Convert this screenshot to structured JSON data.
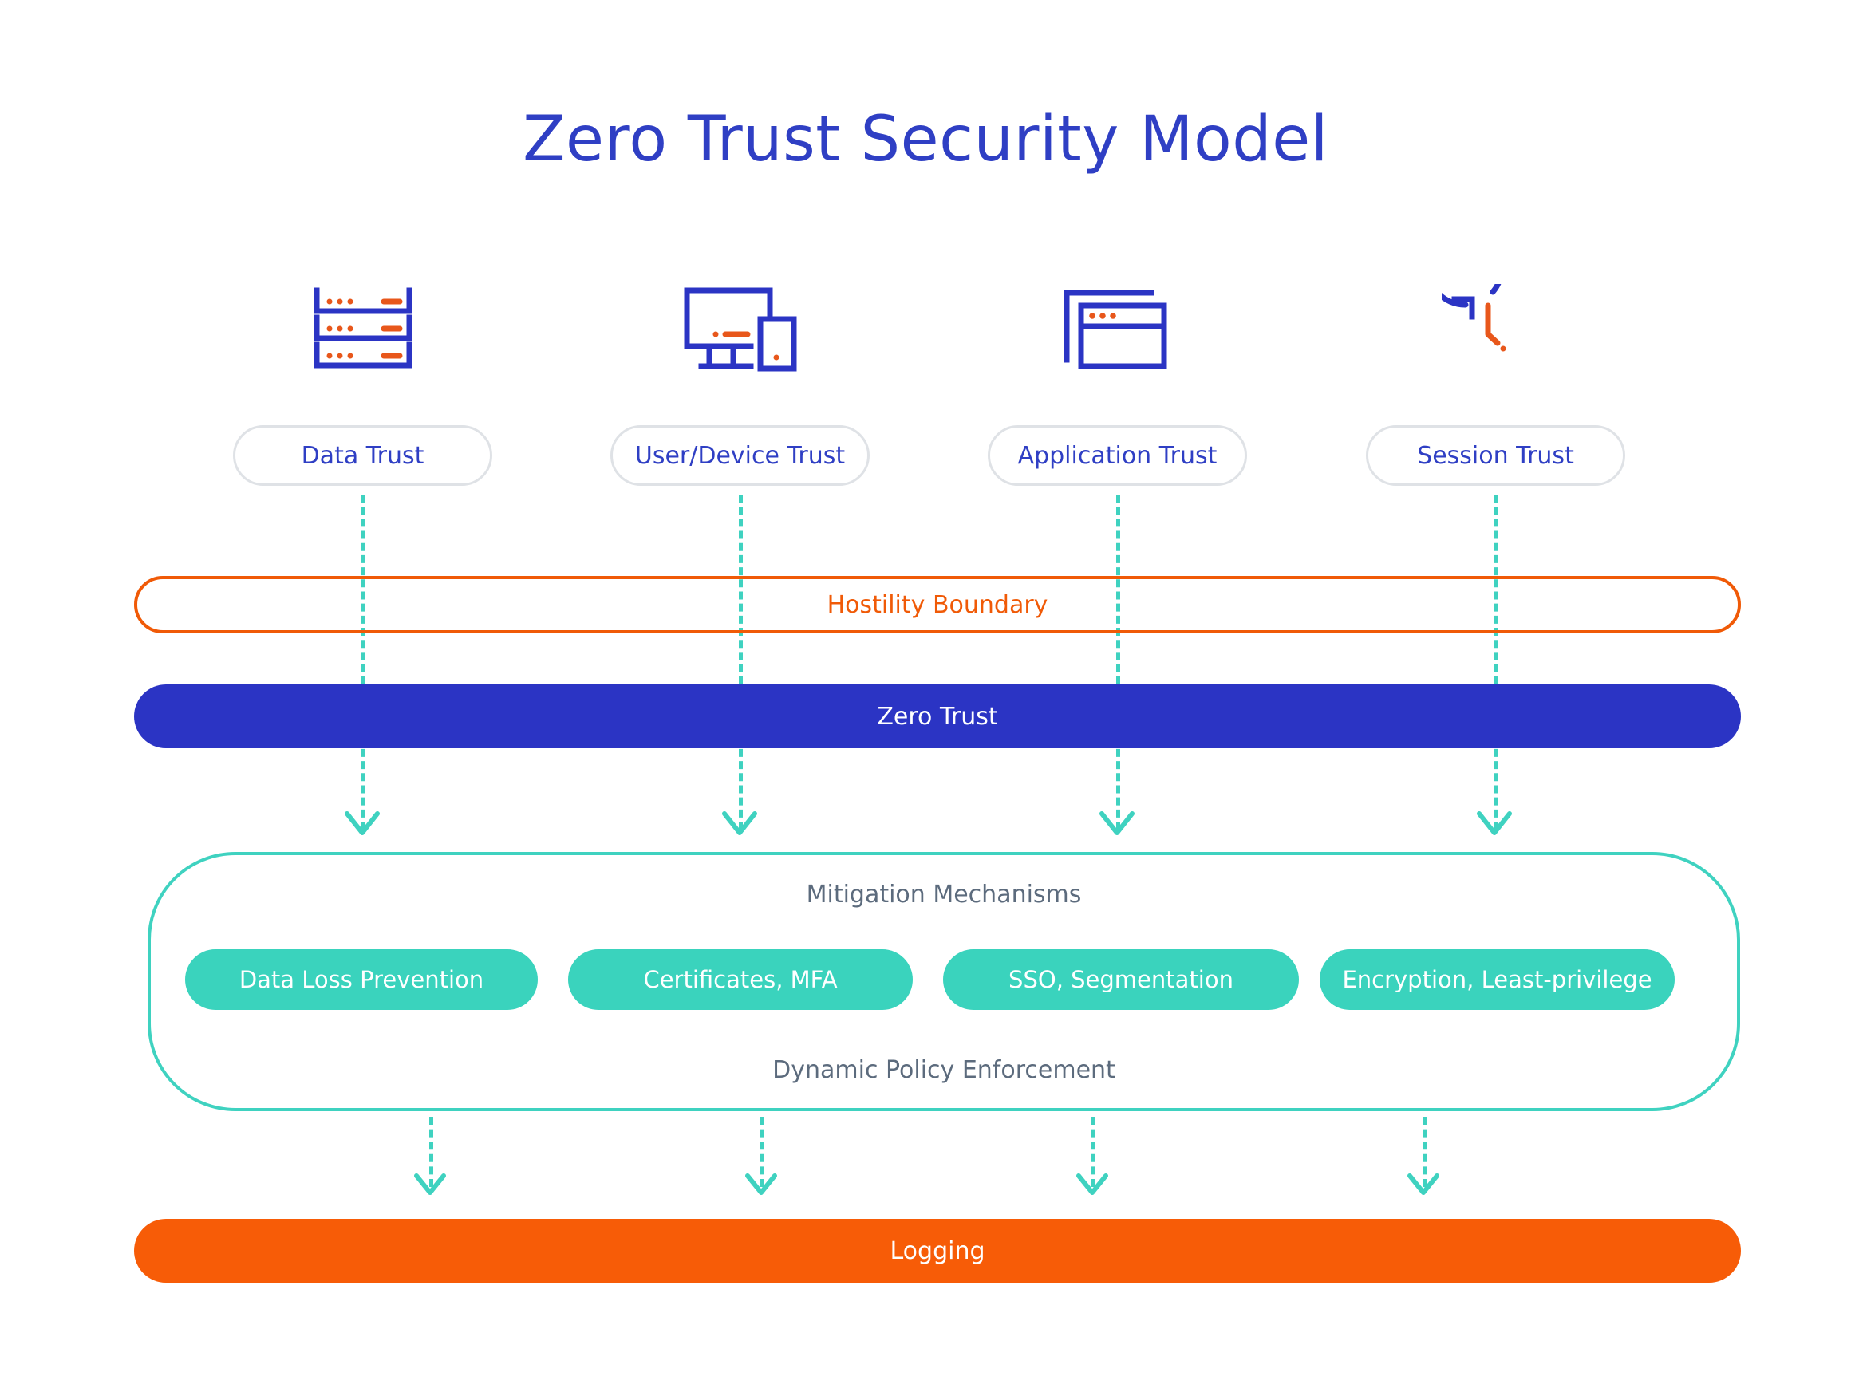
{
  "title": "Zero Trust Security Model",
  "colors": {
    "blue": "#2f3fc4",
    "orange": "#f75c07",
    "teal": "#3ad3bd",
    "gray_text": "#5c6b7d",
    "pill_border": "#dfe2e6"
  },
  "columns": [
    {
      "icon": "server-rack-icon",
      "trust_label": "Data Trust",
      "mitigation_label": "Data Loss Prevention"
    },
    {
      "icon": "monitor-mobile-icon",
      "trust_label": "User/Device Trust",
      "mitigation_label": "Certificates, MFA"
    },
    {
      "icon": "browser-windows-icon",
      "trust_label": "Application Trust",
      "mitigation_label": "SSO, Segmentation"
    },
    {
      "icon": "clock-refresh-icon",
      "trust_label": "Session Trust",
      "mitigation_label": "Encryption, Least-privilege"
    }
  ],
  "bands": {
    "hostility": "Hostility Boundary",
    "zero_trust": "Zero Trust",
    "logging": "Logging"
  },
  "mitigation": {
    "title": "Mitigation Mechanisms",
    "subtitle": "Dynamic Policy Enforcement"
  }
}
